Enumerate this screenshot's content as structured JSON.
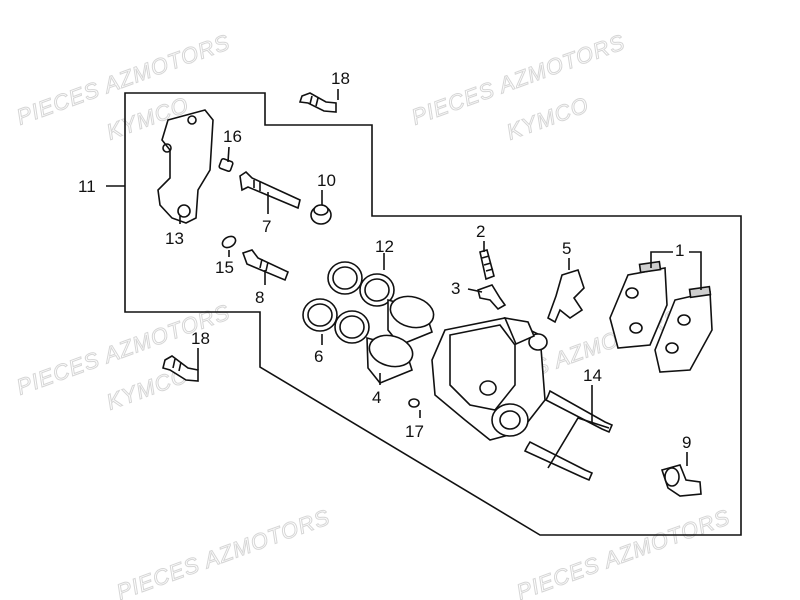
{
  "watermarks": [
    "PIECES AZMOTORS",
    "KYMCO"
  ],
  "callouts": {
    "c1": "1",
    "c2": "2",
    "c3": "3",
    "c4": "4",
    "c5": "5",
    "c6": "6",
    "c7": "7",
    "c8": "8",
    "c9": "9",
    "c10": "10",
    "c11": "11",
    "c12": "12",
    "c13": "13",
    "c14": "14",
    "c15": "15",
    "c16": "16",
    "c17": "17",
    "c18a": "18",
    "c18b": "18"
  }
}
